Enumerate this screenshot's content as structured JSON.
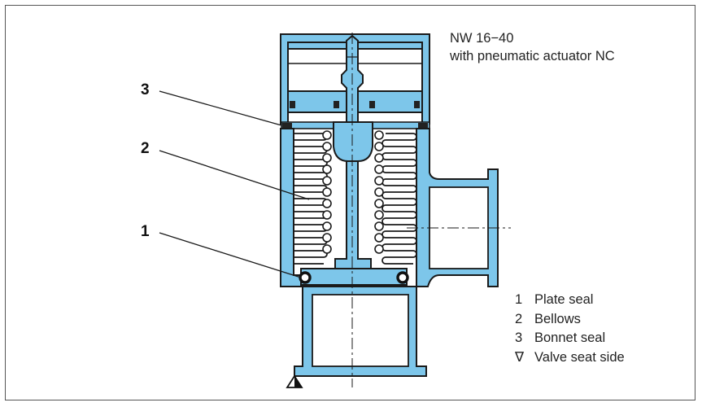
{
  "title": {
    "line1": "NW 16−40",
    "line2": "with pneumatic actuator NC"
  },
  "callouts": [
    {
      "number": "3",
      "refers_to": "bonnet-seal"
    },
    {
      "number": "2",
      "refers_to": "bellows"
    },
    {
      "number": "1",
      "refers_to": "plate-seal"
    }
  ],
  "legend": [
    {
      "key": "1",
      "label": "Plate seal"
    },
    {
      "key": "2",
      "label": "Bellows"
    },
    {
      "key": "3",
      "label": "Bonnet seal"
    },
    {
      "key": "∇",
      "label": "Valve seat side"
    }
  ],
  "colors": {
    "body_fill": "#7dc6ea",
    "outline": "#1a1a1a",
    "seal": "#222222",
    "frame": "#555555"
  }
}
